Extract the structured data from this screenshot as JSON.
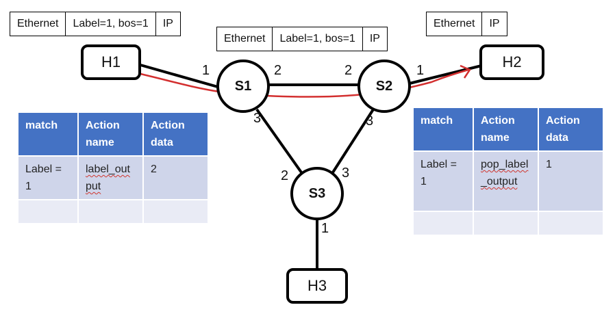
{
  "packet_headers": {
    "h1_packet": [
      "Ethernet",
      "Label=1, bos=1",
      "IP"
    ],
    "s1_s2_packet": [
      "Ethernet",
      "Label=1, bos=1",
      "IP"
    ],
    "h2_packet": [
      "Ethernet",
      "IP"
    ]
  },
  "nodes": {
    "h1": "H1",
    "h2": "H2",
    "h3": "H3",
    "s1": "S1",
    "s2": "S2",
    "s3": "S3"
  },
  "ports": {
    "h1_s1": "1",
    "s1_s2": "2",
    "s2_s1": "2",
    "s2_h2": "1",
    "s1_s3": "3",
    "s2_s3": "3",
    "s3_s1": "2",
    "s3_s2": "3",
    "s3_h3": "1"
  },
  "tables": {
    "left": {
      "headers": [
        "match",
        "Action name",
        "Action data"
      ],
      "row": [
        "Label = 1",
        "label_output",
        "2"
      ]
    },
    "right": {
      "headers": [
        "match",
        "Action name",
        "Action data"
      ],
      "row": [
        "Label = 1",
        "pop_label_output",
        "1"
      ]
    }
  },
  "colors": {
    "path": "#d32f2f",
    "header": "#4472c4",
    "row1": "#cfd5ea",
    "row2": "#e9ebf5"
  }
}
